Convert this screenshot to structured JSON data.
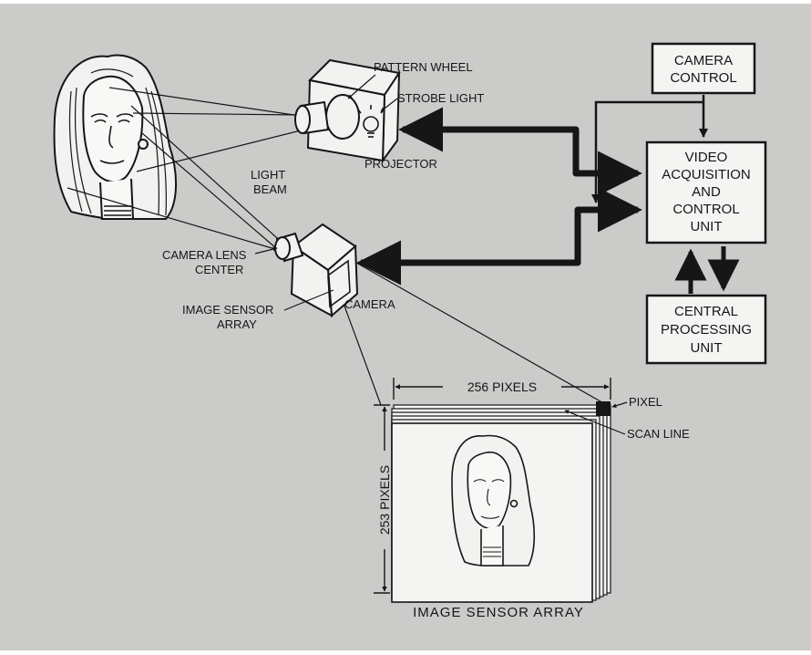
{
  "colors": {
    "background": "#cbcbc9",
    "ink": "#161616",
    "box_fill": "#f4f4f2",
    "figure_fill": "#f2f2f0"
  },
  "labels": {
    "pattern_wheel": "PATTERN WHEEL",
    "strobe_light": "STROBE LIGHT",
    "projector": "PROJECTOR",
    "light_beam_1": "LIGHT",
    "light_beam_2": "BEAM",
    "camera_lens_center_1": "CAMERA LENS",
    "camera_lens_center_2": "CENTER",
    "image_sensor_array_1": "IMAGE SENSOR",
    "image_sensor_array_2": "ARRAY",
    "camera": "CAMERA",
    "pixel": "PIXEL",
    "scan_line": "SCAN LINE",
    "width_pixels": "256 PIXELS",
    "height_pixels": "253 PIXELS",
    "sensor_caption": "IMAGE SENSOR ARRAY"
  },
  "boxes": {
    "camera_control": [
      "CAMERA",
      "CONTROL"
    ],
    "video_acquisition": [
      "VIDEO",
      "ACQUISITION",
      "AND",
      "CONTROL",
      "UNIT"
    ],
    "cpu": [
      "CENTRAL",
      "PROCESSING",
      "UNIT"
    ]
  }
}
